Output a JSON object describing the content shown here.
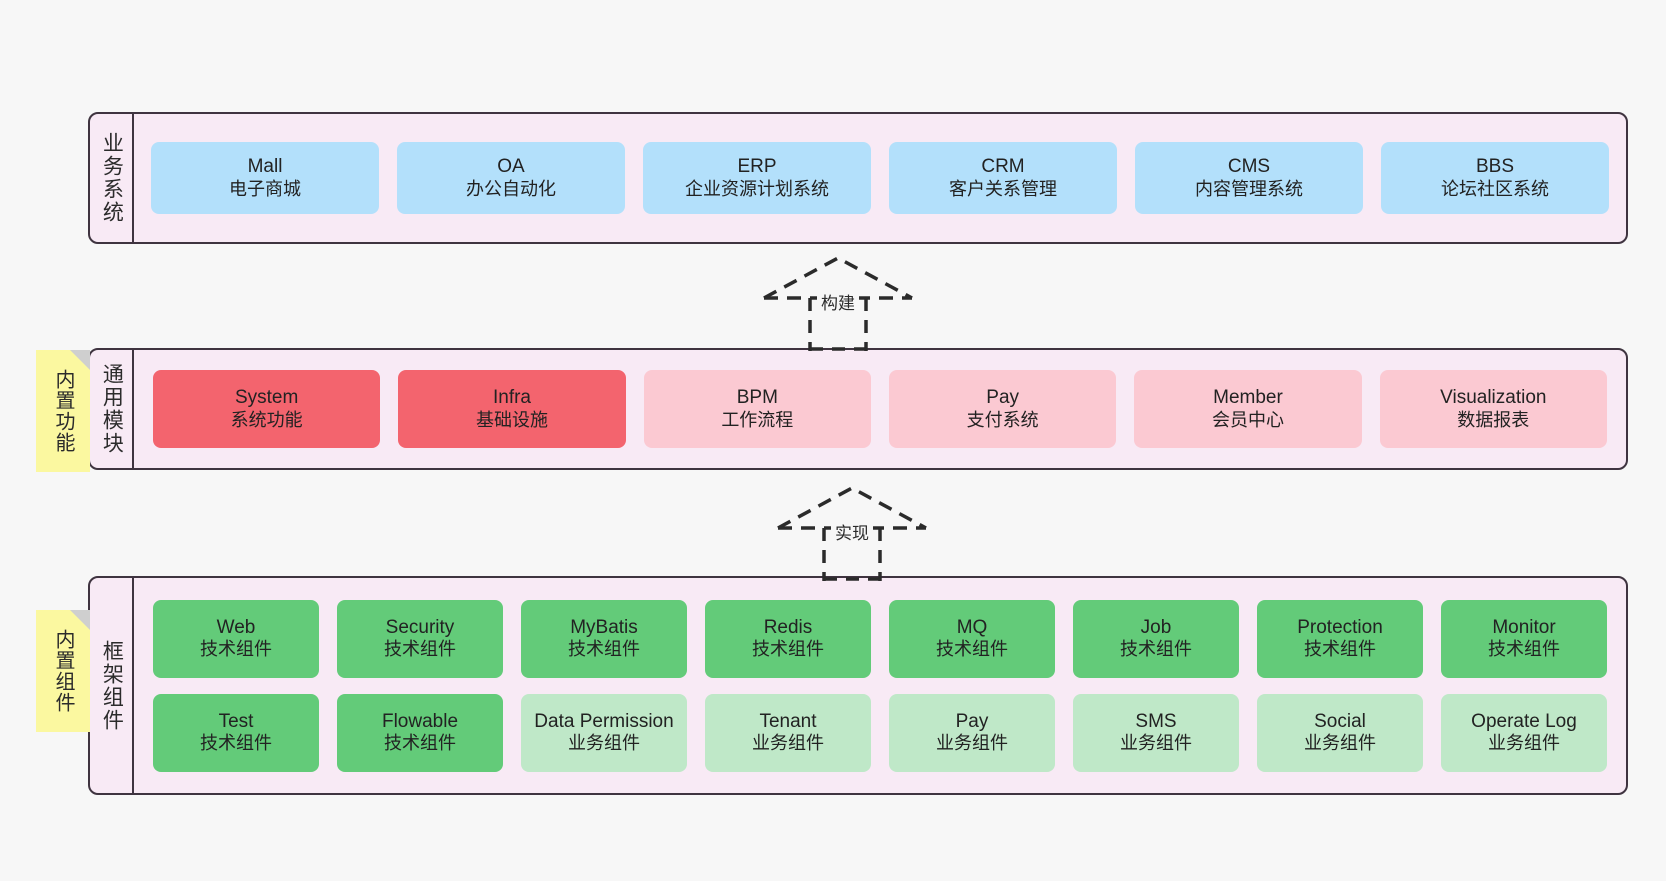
{
  "diagram": {
    "background": "#f7f7f7",
    "band_fill": "#f8eaf5",
    "band_stroke": "#3f3440",
    "sticky_fill": "#fbf8a0"
  },
  "business_layer": {
    "title": "业务系统",
    "nodes": [
      {
        "en": "Mall",
        "cn": "电子商城",
        "color": "#b3e0fb"
      },
      {
        "en": "OA",
        "cn": "办公自动化",
        "color": "#b3e0fb"
      },
      {
        "en": "ERP",
        "cn": "企业资源计划系统",
        "color": "#b3e0fb"
      },
      {
        "en": "CRM",
        "cn": "客户关系管理",
        "color": "#b3e0fb"
      },
      {
        "en": "CMS",
        "cn": "内容管理系统",
        "color": "#b3e0fb"
      },
      {
        "en": "BBS",
        "cn": "论坛社区系统",
        "color": "#b3e0fb"
      }
    ]
  },
  "connector_build": {
    "label": "构建",
    "style": "dashed-generalization",
    "direction": "up"
  },
  "common_layer": {
    "title": "通用模块",
    "sticky": "内置功能",
    "nodes": [
      {
        "en": "System",
        "cn": "系统功能",
        "color": "#f3646e"
      },
      {
        "en": "Infra",
        "cn": "基础设施",
        "color": "#f3646e"
      },
      {
        "en": "BPM",
        "cn": "工作流程",
        "color": "#fbc9d2"
      },
      {
        "en": "Pay",
        "cn": "支付系统",
        "color": "#fbc9d2"
      },
      {
        "en": "Member",
        "cn": "会员中心",
        "color": "#fbc9d2"
      },
      {
        "en": "Visualization",
        "cn": "数据报表",
        "color": "#fbc9d2"
      }
    ]
  },
  "connector_impl": {
    "label": "实现",
    "style": "dashed-generalization",
    "direction": "up"
  },
  "framework_layer": {
    "title": "框架组件",
    "sticky": "内置组件",
    "row1": [
      {
        "en": "Web",
        "cn": "技术组件",
        "color": "#63cb79"
      },
      {
        "en": "Security",
        "cn": "技术组件",
        "color": "#63cb79"
      },
      {
        "en": "MyBatis",
        "cn": "技术组件",
        "color": "#63cb79"
      },
      {
        "en": "Redis",
        "cn": "技术组件",
        "color": "#63cb79"
      },
      {
        "en": "MQ",
        "cn": "技术组件",
        "color": "#63cb79"
      },
      {
        "en": "Job",
        "cn": "技术组件",
        "color": "#63cb79"
      },
      {
        "en": "Protection",
        "cn": "技术组件",
        "color": "#63cb79"
      },
      {
        "en": "Monitor",
        "cn": "技术组件",
        "color": "#63cb79"
      }
    ],
    "row2": [
      {
        "en": "Test",
        "cn": "技术组件",
        "color": "#63cb79"
      },
      {
        "en": "Flowable",
        "cn": "技术组件",
        "color": "#63cb79"
      },
      {
        "en": "Data Permission",
        "cn": "业务组件",
        "color": "#bfe8c8"
      },
      {
        "en": "Tenant",
        "cn": "业务组件",
        "color": "#bfe8c8"
      },
      {
        "en": "Pay",
        "cn": "业务组件",
        "color": "#bfe8c8"
      },
      {
        "en": "SMS",
        "cn": "业务组件",
        "color": "#bfe8c8"
      },
      {
        "en": "Social",
        "cn": "业务组件",
        "color": "#bfe8c8"
      },
      {
        "en": "Operate Log",
        "cn": "业务组件",
        "color": "#bfe8c8"
      }
    ]
  }
}
